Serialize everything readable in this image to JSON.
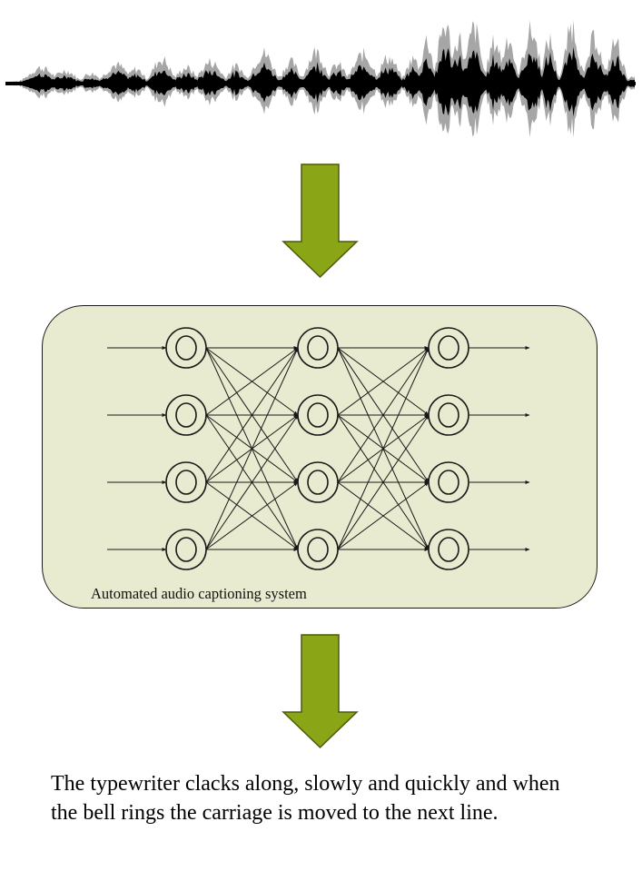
{
  "diagram": {
    "system_label": "Automated audio captioning system",
    "caption": "The typewriter clacks along, slowly and quickly and when the bell rings the carriage is moved to the next line."
  },
  "network": {
    "layers": 3,
    "nodes_per_layer": 4,
    "connectivity": "fully-connected"
  },
  "colors": {
    "arrow_fill": "#8aa515",
    "arrow_stroke": "#4a5a0a",
    "box_fill": "#e8ebcf",
    "line": "#1a1a1a",
    "waveform": "#000000"
  },
  "icons": [
    "waveform-image",
    "down-arrow-icon",
    "neural-network-icon"
  ]
}
